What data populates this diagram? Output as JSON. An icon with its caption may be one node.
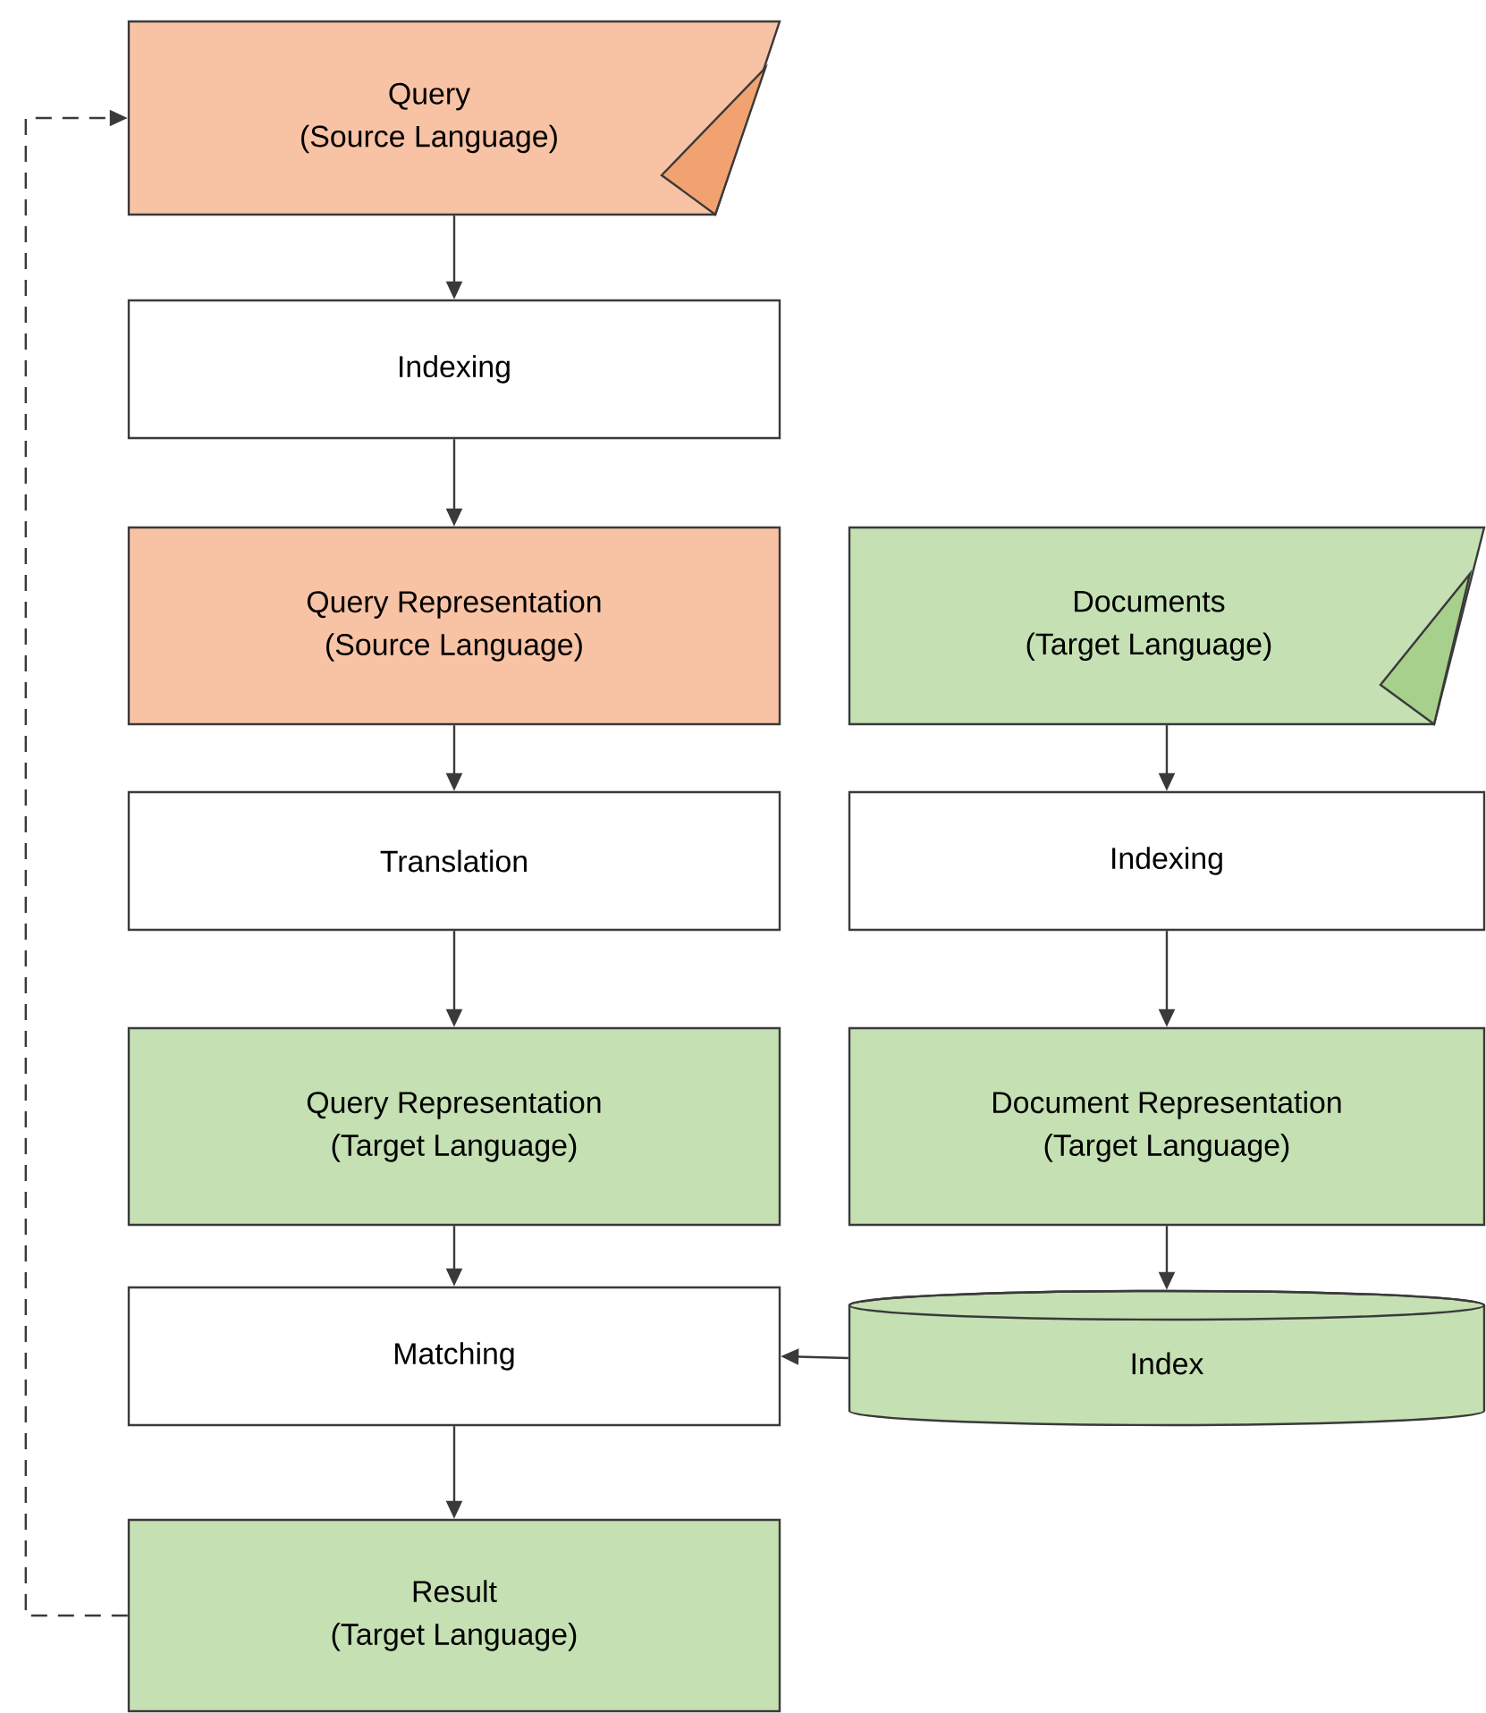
{
  "diagram": {
    "nodes": [
      {
        "text": [
          "Query",
          "(Source Language)"
        ]
      },
      {
        "text": [
          "Indexing"
        ]
      },
      {
        "text": [
          "Query Representation",
          "(Source Language)"
        ]
      },
      {
        "text": [
          "Translation"
        ]
      },
      {
        "text": [
          "Query Representation",
          "(Target Language)"
        ]
      },
      {
        "text": [
          "Matching"
        ]
      },
      {
        "text": [
          "Result",
          "(Target Language)"
        ]
      },
      {
        "text": [
          "Documents",
          "(Target Language)"
        ]
      },
      {
        "text": [
          "Indexing"
        ]
      },
      {
        "text": [
          "Document Representation",
          "(Target Language)"
        ]
      },
      {
        "text": [
          "Index"
        ]
      }
    ],
    "edges": [
      {
        "from": 0,
        "to": 1,
        "arrow": "to"
      },
      {
        "from": 1,
        "to": 2,
        "arrow": "to"
      },
      {
        "from": 2,
        "to": 3,
        "arrow": "to"
      },
      {
        "from": 3,
        "to": 4,
        "arrow": "to"
      },
      {
        "from": 4,
        "to": 5,
        "arrow": "to"
      },
      {
        "from": 5,
        "to": 6,
        "arrow": "to"
      },
      {
        "from": 7,
        "to": 8,
        "arrow": "to"
      },
      {
        "from": 8,
        "to": 9,
        "arrow": "to"
      },
      {
        "from": 9,
        "to": 10,
        "arrow": "to"
      },
      {
        "from": 10,
        "to": 5,
        "arrow": "to"
      },
      {
        "from": 6,
        "to": 0,
        "arrow": "to",
        "style": "dashed"
      }
    ]
  }
}
